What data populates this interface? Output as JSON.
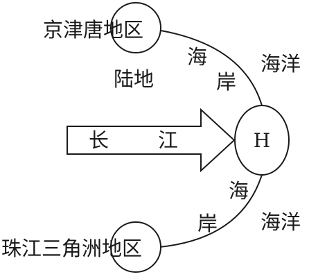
{
  "diagram": {
    "nodes": {
      "north_region": "京津唐地区",
      "south_region": "珠江三角洲地区",
      "hub": "H"
    },
    "labels": {
      "land": "陆地",
      "coast_upper_1": "海",
      "coast_upper_2": "岸",
      "coast_lower_1": "海",
      "coast_lower_2": "岸",
      "sea_upper": "海洋",
      "sea_lower": "海洋",
      "river_1": "长",
      "river_2": "江"
    }
  }
}
